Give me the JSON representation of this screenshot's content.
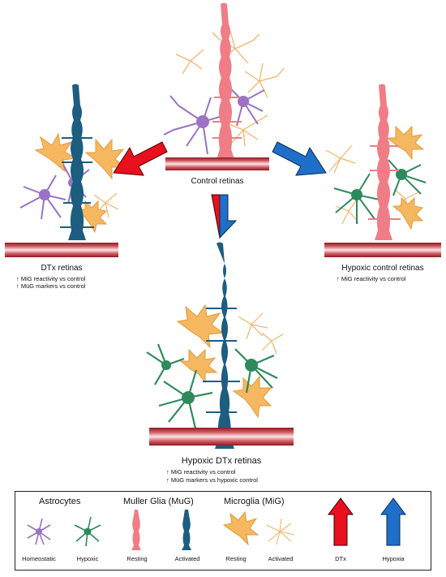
{
  "panels": {
    "control": {
      "title": "Control retinas"
    },
    "dtx": {
      "title": "DTx retinas",
      "notes": [
        "↑ MiG reactivity vs control",
        "↑ MüG markers vs control"
      ]
    },
    "hypoxic_control": {
      "title": "Hypoxic control retinas",
      "notes": [
        "↑ MiG reactivity vs control"
      ]
    },
    "hypoxic_dtx": {
      "title": "Hypoxic DTx retinas",
      "notes": [
        "↑ MiG reactivity vs control",
        "↑ MüG markers vs hypoxic control"
      ]
    }
  },
  "legend": {
    "groups": [
      "Astrocytes",
      "Muller Glia (MuG)",
      "Microglia (MiG)"
    ],
    "items": [
      "Homeostatic",
      "Hypoxic",
      "Resting",
      "Activated",
      "Resting",
      "Activated",
      "DTx",
      "Hypoxia"
    ]
  },
  "colors": {
    "astro_homeostatic": "#9b72c4",
    "astro_hypoxic": "#2e8a5c",
    "muller_resting": "#f07d86",
    "muller_activated": "#1c5d80",
    "microglia": "#f5b860",
    "dtx_arrow": "#e8101e",
    "hypoxia_arrow": "#1f6fc8",
    "basement": "#9b1c24"
  }
}
